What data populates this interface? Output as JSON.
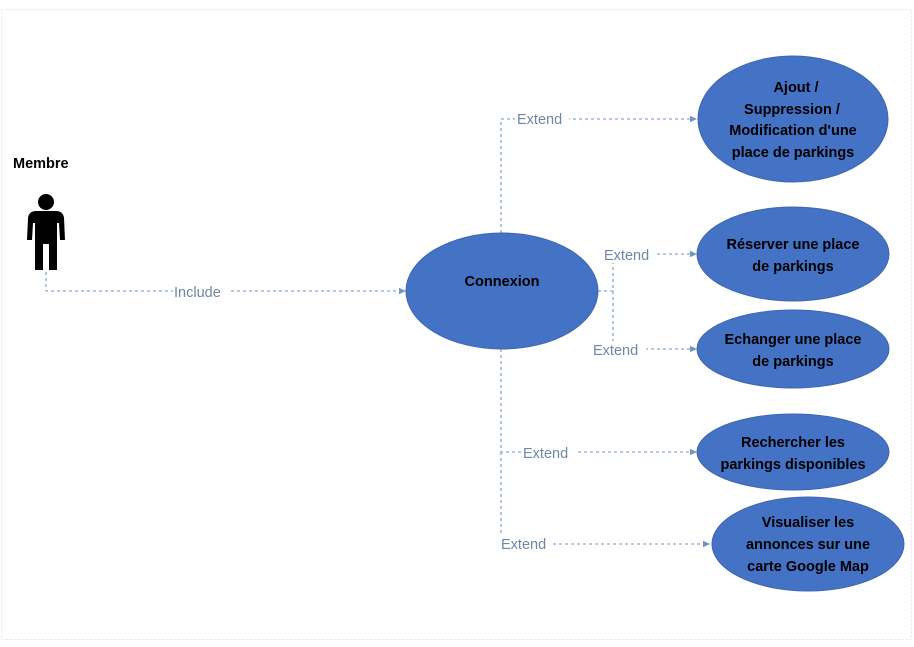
{
  "actor": {
    "name": "Membre"
  },
  "central_use_case": {
    "label": "Connexion"
  },
  "relations": {
    "include_label": "Include",
    "extend_label": "Extend"
  },
  "use_cases": [
    {
      "id": "manage-place",
      "lines": [
        "Ajout /",
        "Suppression /",
        "Modification d'une",
        "place de parkings"
      ]
    },
    {
      "id": "reserve-place",
      "lines": [
        "Réserver une place",
        "de parkings"
      ]
    },
    {
      "id": "exchange-place",
      "lines": [
        "Echanger une place",
        "de parkings"
      ]
    },
    {
      "id": "search-parkings",
      "lines": [
        "Rechercher les",
        "parkings disponibles"
      ]
    },
    {
      "id": "view-ads",
      "lines": [
        "Visualiser les",
        "annonces sur une",
        "carte Google Map"
      ]
    }
  ],
  "colors": {
    "use_case_fill": "#4472c4",
    "connector": "#6f96c6",
    "relation_text": "#6f87a6"
  }
}
